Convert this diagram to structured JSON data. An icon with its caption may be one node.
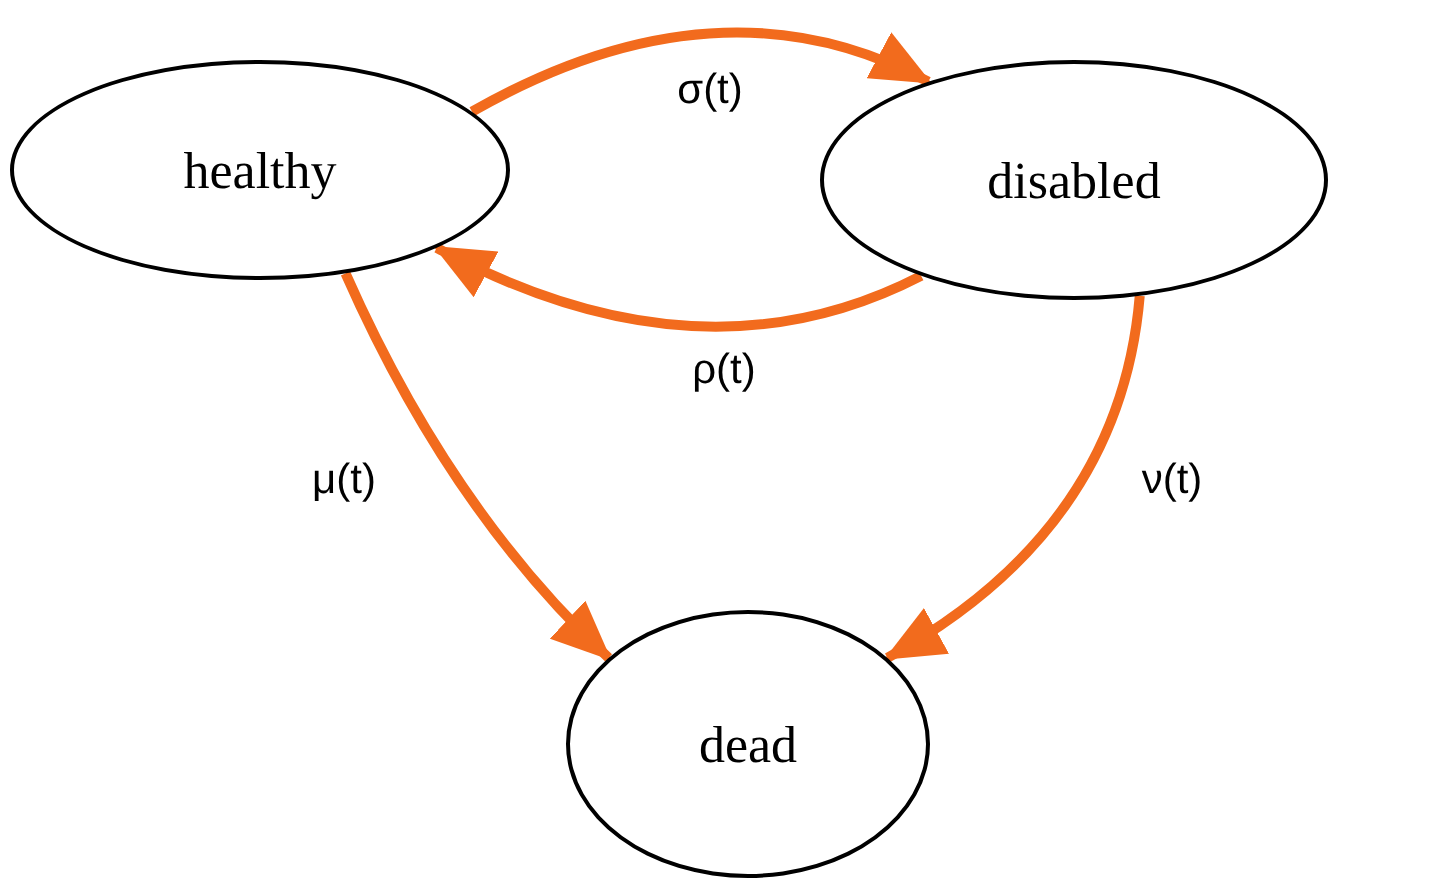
{
  "diagram": {
    "nodes": [
      {
        "text": [
          "healthy"
        ]
      },
      {
        "text": [
          "disabled"
        ]
      },
      {
        "text": [
          "dead"
        ]
      }
    ],
    "edges": [
      {
        "from": 0,
        "to": 1,
        "arrow": "to",
        "label": "σ(t)"
      },
      {
        "from": 1,
        "to": 0,
        "arrow": "to",
        "label": "ρ(t)"
      },
      {
        "from": 0,
        "to": 2,
        "arrow": "to",
        "label": "μ(t)"
      },
      {
        "from": 1,
        "to": 2,
        "arrow": "to",
        "label": "ν(t)"
      }
    ]
  }
}
